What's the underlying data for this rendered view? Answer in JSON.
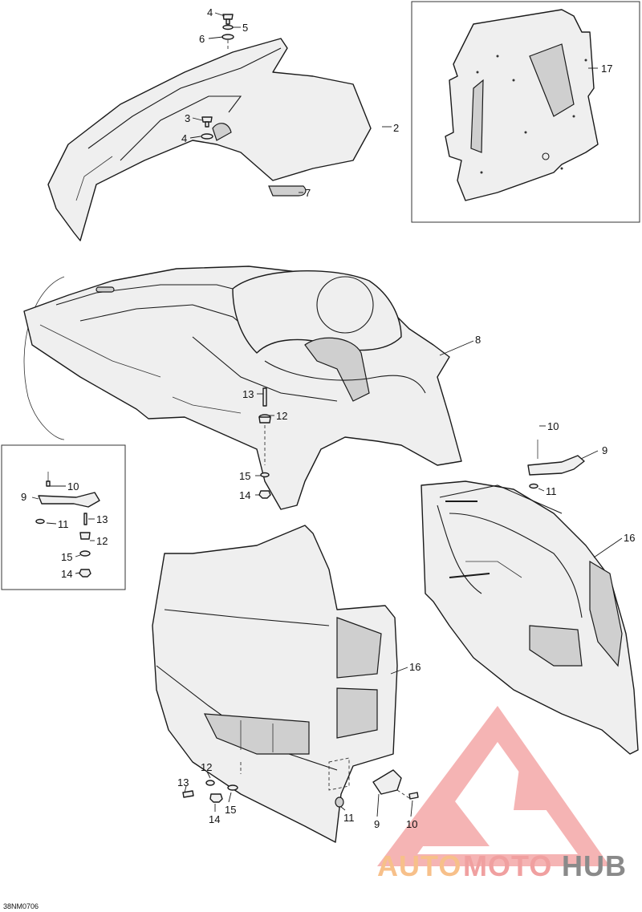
{
  "drawing_code": "38NM0706",
  "watermark": {
    "text_a": "AUTO",
    "text_b": "MOTO",
    "text_c": "HUB",
    "color_a": "#f7c08a",
    "color_b": "#f0a0a0",
    "color_c": "#8a8a8a",
    "logo_color": "#f08a8a"
  },
  "callouts": {
    "c4a": "4",
    "c5": "5",
    "c6": "6",
    "c3": "3",
    "c4b": "4",
    "c2": "2",
    "c7": "7",
    "c17": "17",
    "c8": "8",
    "c13a": "13",
    "c12a": "12",
    "c15a": "15",
    "c14a": "14",
    "c10a": "10",
    "c9a": "9",
    "c11a": "11",
    "c16a": "16",
    "d10": "10",
    "d9": "9",
    "d13": "13",
    "d11": "11",
    "d12": "12",
    "d15": "15",
    "d14": "14",
    "c16b": "16",
    "c12b": "12",
    "c13b": "13",
    "c15b": "15",
    "c14b": "14",
    "c11b": "11",
    "c9b": "9",
    "c10b": "10"
  },
  "parts": {
    "hood": "part 2",
    "backing_plate": "part 17",
    "bodywork": "part 8",
    "left_panel": "part 16",
    "right_panel": "part 16"
  }
}
